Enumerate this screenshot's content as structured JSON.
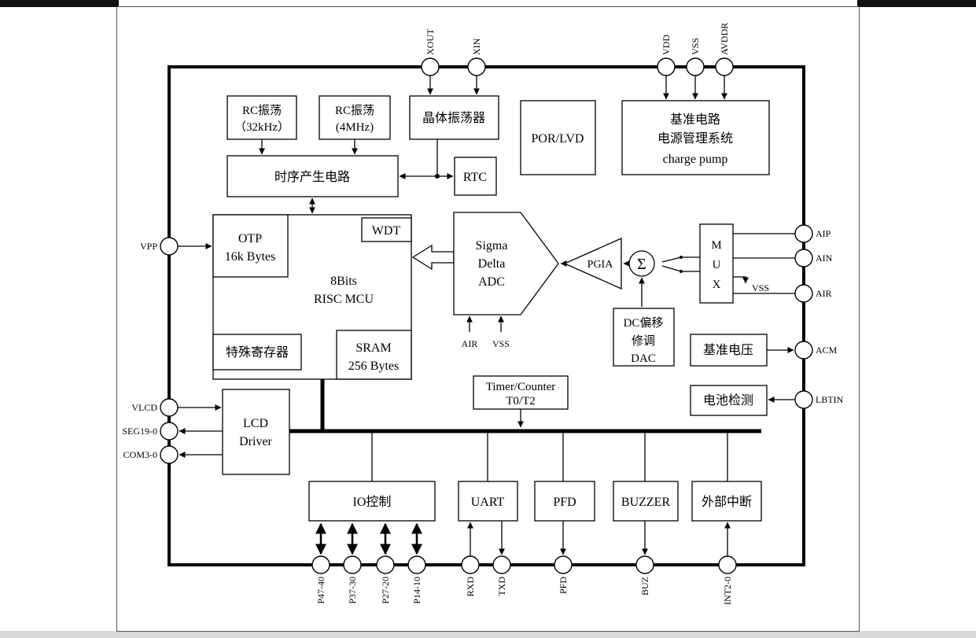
{
  "colors": {
    "ink": "#000000",
    "background": "#ffffff"
  },
  "blocks": {
    "rc32k_line1": "RC振荡",
    "rc32k_line2": "（32kHz）",
    "rc4m_line1": "RC振荡",
    "rc4m_line2": "(4MHz)",
    "crystal": "晶体振荡器",
    "por_lvd": "POR/LVD",
    "power_line1": "基准电路",
    "power_line2": "电源管理系统",
    "power_line3": "charge pump",
    "timing": "时序产生电路",
    "rtc": "RTC",
    "wdt": "WDT",
    "otp_line1": "OTP",
    "otp_line2": "16k Bytes",
    "mcu_line1": "8Bits",
    "mcu_line2": "RISC  MCU",
    "special_reg": "特殊寄存器",
    "sram_line1": "SRAM",
    "sram_line2": "256 Bytes",
    "adc_line1": "Sigma",
    "adc_line2": "Delta",
    "adc_line3": "ADC",
    "pgia": "PGIA",
    "sigma": "Σ",
    "mux_line1": "M",
    "mux_line2": "U",
    "mux_line3": "X",
    "dac_line1": "DC偏移",
    "dac_line2": "修调",
    "dac_line3": "DAC",
    "vref": "基准电压",
    "battery": "电池检测",
    "timer_line1": "Timer/Counter",
    "timer_line2": "T0/T2",
    "lcd_line1": "LCD",
    "lcd_line2": "Driver",
    "io_ctrl": "IO控制",
    "uart": "UART",
    "pfd": "PFD",
    "buzzer": "BUZZER",
    "ext_int": "外部中断"
  },
  "pins": {
    "xout": "XOUT",
    "xin": "XIN",
    "vdd": "VDD",
    "vss": "VSS",
    "avddr": "AVDDR",
    "vpp": "VPP",
    "vlcd": "VLCD",
    "seg": "SEG19-0",
    "com": "COM3-0",
    "aip": "AIP",
    "ain": "AIN",
    "air": "AIR",
    "acm": "ACM",
    "lbtin": "LBTIN",
    "p47": "P47-40",
    "p37": "P37-30",
    "p27": "P27-20",
    "p14": "P14-10",
    "rxd": "RXD",
    "txd": "TXD",
    "pfd": "PFD",
    "buz": "BUZ",
    "int": "INT2-0",
    "air_adc": "AIR",
    "vss_adc": "VSS",
    "vss_mux": "VSS"
  }
}
